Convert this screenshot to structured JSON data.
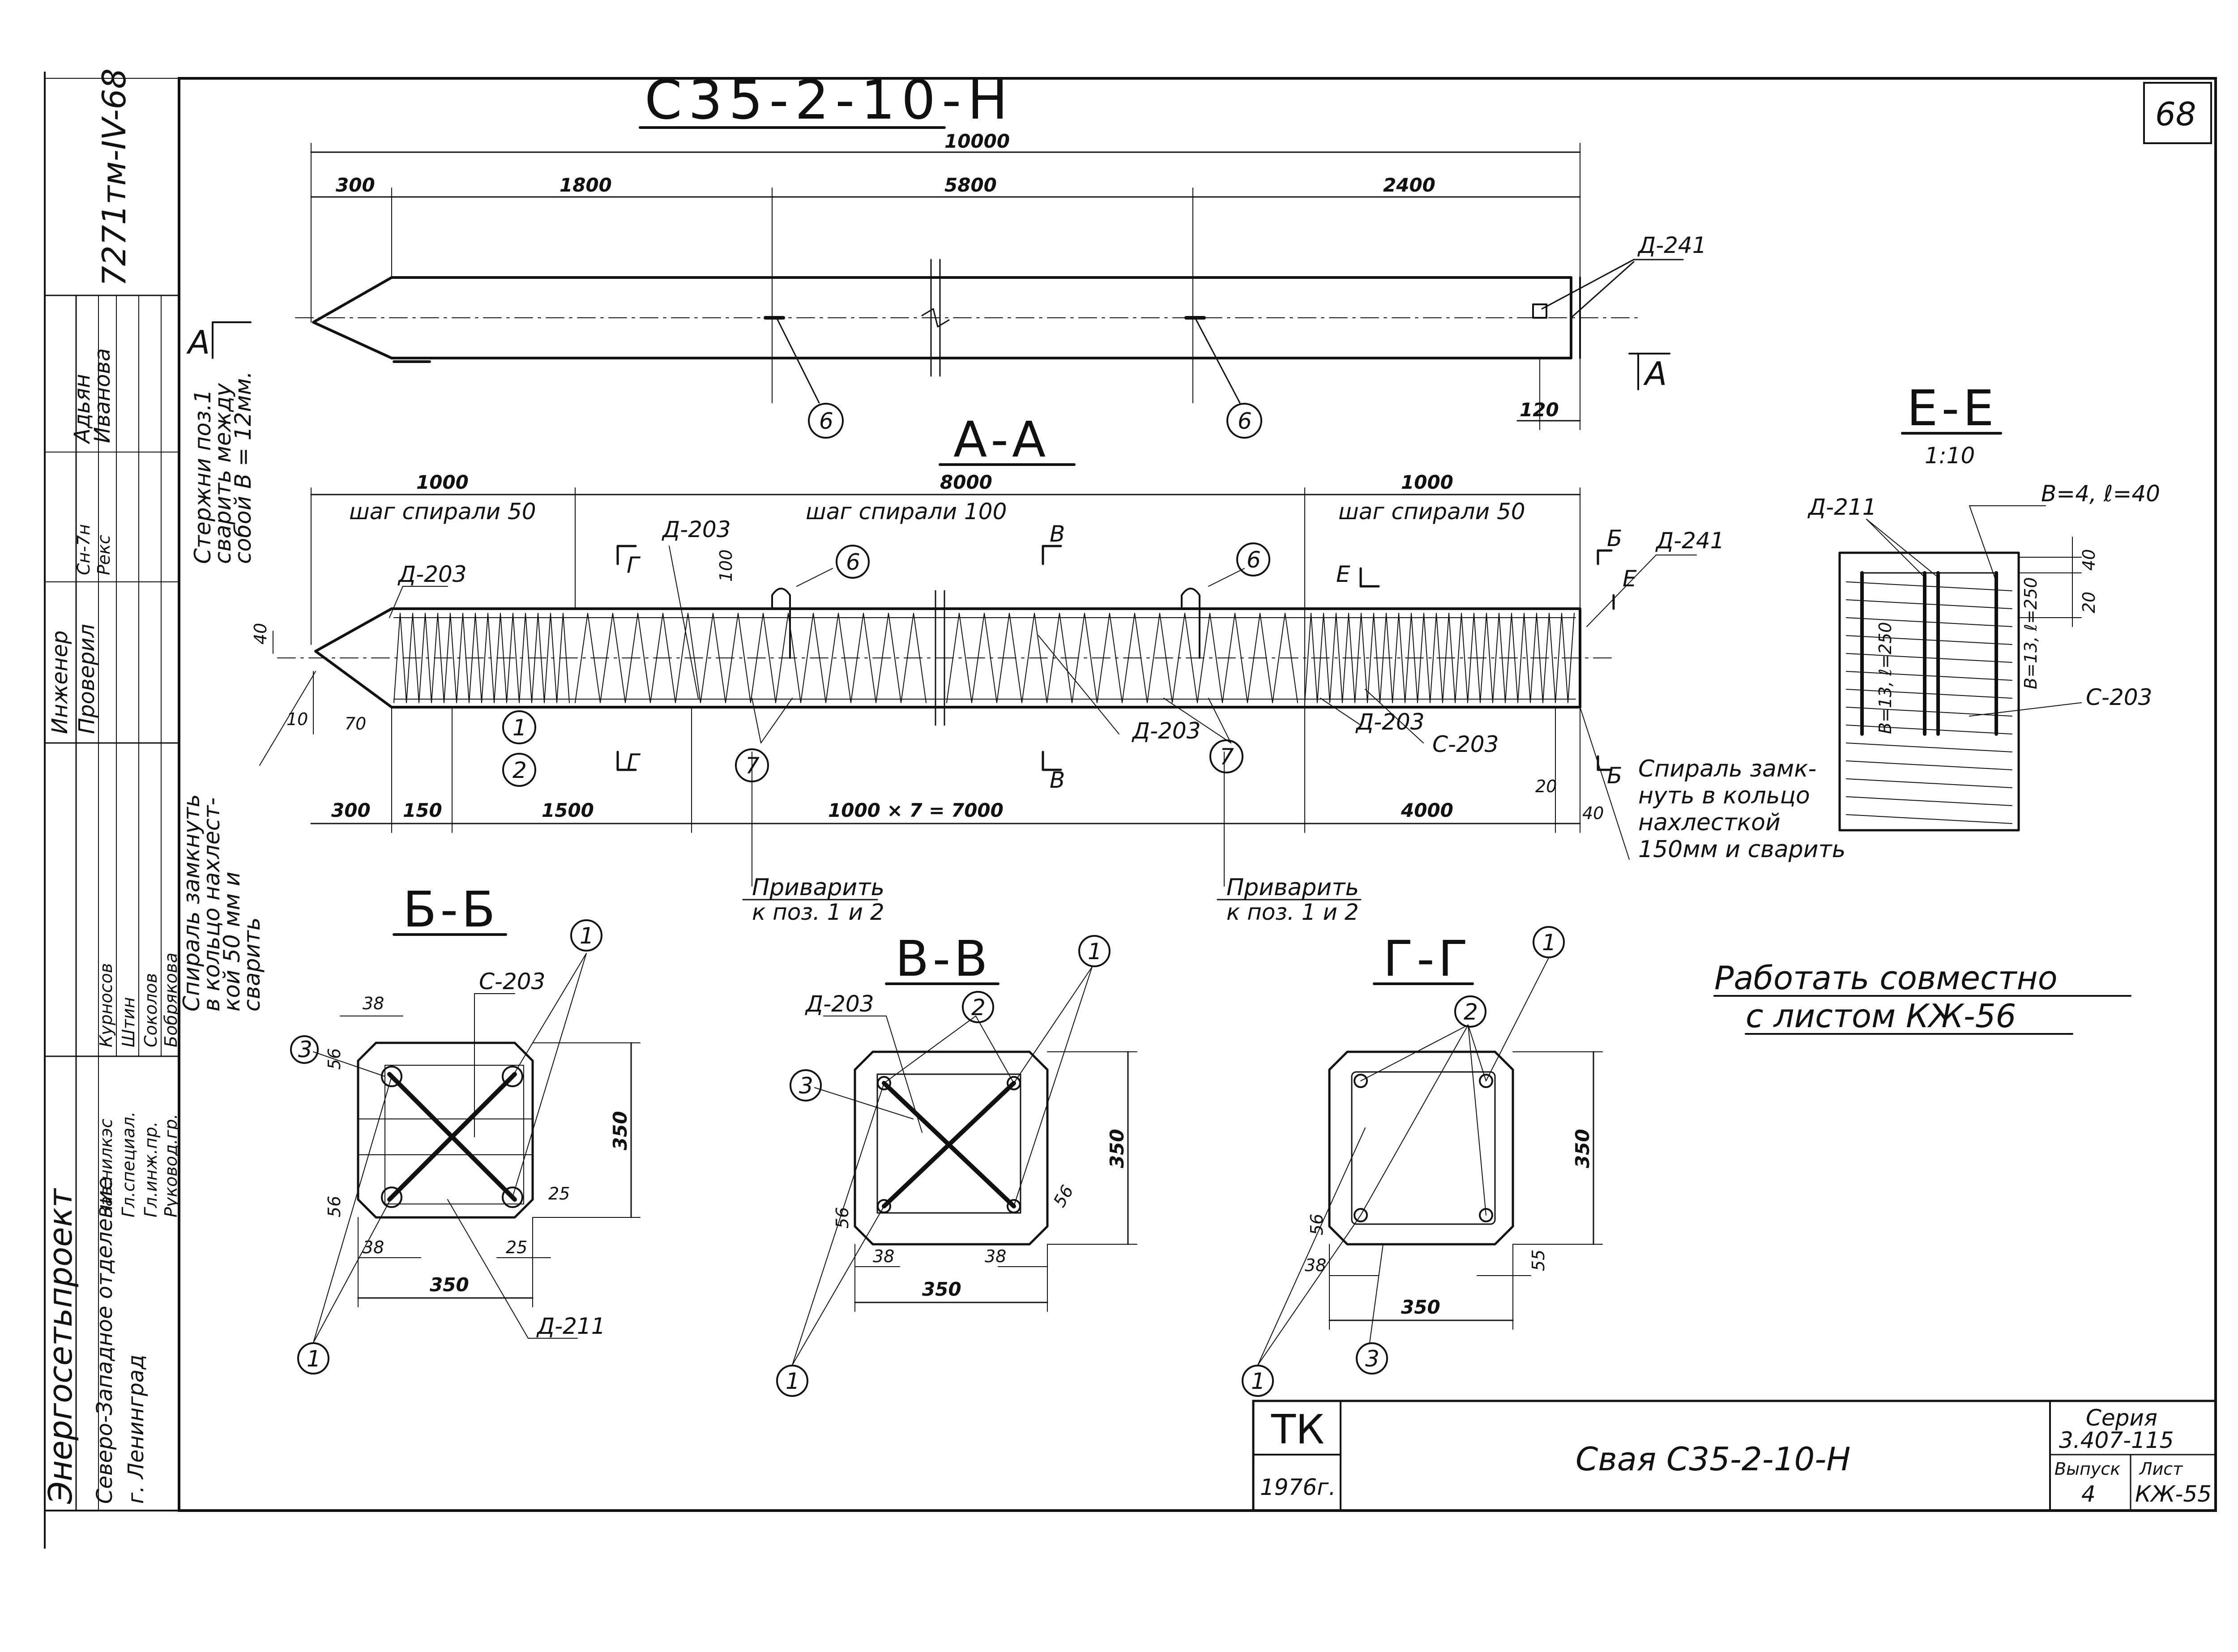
{
  "drawing": {
    "mark_title": "С35-2-10-Н",
    "sheet_corner_number": "68",
    "work_together_note": [
      "Работать совместно",
      "с листом КЖ-56"
    ]
  },
  "elevation": {
    "overall_length": "10000",
    "segments": [
      "300",
      "1800",
      "5800",
      "2400"
    ],
    "loop_label": "Д-241",
    "end_dim": "120",
    "section_marker": "А",
    "position_marks": [
      "6",
      "6"
    ]
  },
  "section_aa": {
    "title": "А-А",
    "top_dims": [
      "1000",
      "8000",
      "1000"
    ],
    "spiral_pitch": [
      "шаг спирали 50",
      "шаг спирали 100",
      "шаг спирали 50"
    ],
    "labels": {
      "d203_left": "Д-203",
      "d203_mid": "Д-203",
      "d241_right": "Д-241",
      "dim_100": "100",
      "dim_40": "40",
      "dim_10": "10",
      "dim_70": "70",
      "d203_bot1": "Д-203",
      "d203_bot2": "Д-203",
      "c203_bot": "С-203",
      "dim_20": "20",
      "dim_40b": "40"
    },
    "cut_markers": [
      "Г",
      "В",
      "Б",
      "Е"
    ],
    "bottom_dims": [
      "300",
      "150",
      "1500",
      "1000 × 7 = 7000",
      "4000"
    ],
    "position_marks": [
      "1",
      "2",
      "6",
      "6",
      "7",
      "7"
    ],
    "weld_notes": [
      "Приварить",
      "к поз. 1 и 2",
      "Приварить",
      "к поз. 1 и 2"
    ],
    "spiral_note_right": [
      "Спираль замк-",
      "нуть в кольцо",
      "нахлесткой",
      "150мм и сварить"
    ],
    "side_note_top": [
      "Стержни поз.1",
      "сварить между",
      "собой  В = 12мм."
    ],
    "side_note_bottom": [
      "Спираль замкнуть",
      "в кольцо нахлест-",
      "кой 50 мм и",
      "сварить"
    ]
  },
  "section_ee": {
    "title": "Е-Е",
    "scale": "1:10",
    "labels": {
      "d211": "Д-211",
      "weld_spec": "В=4, ℓ=40",
      "c203": "С-203",
      "dim_40": "40",
      "dim_20": "20",
      "inner_left": "В=13, ℓ=250",
      "inner_right": "В=13, ℓ=250"
    }
  },
  "section_bb": {
    "title": "Б-Б",
    "labels": {
      "d38": "38",
      "d56_top": "56",
      "c203": "С-203",
      "d56_bot": "56",
      "d38_bot": "38",
      "d25_right": "25",
      "d25_bot": "25",
      "d350_w": "350",
      "d350_h": "350",
      "d211": "Д-211"
    },
    "position_marks": [
      "3",
      "1",
      "1"
    ]
  },
  "section_vv": {
    "title": "В-В",
    "labels": {
      "d203": "Д-203",
      "d56": "56",
      "d38_l": "38",
      "d38_r": "38",
      "d56_r": "56",
      "d350_w": "350",
      "d350_h": "350"
    },
    "position_marks": [
      "2",
      "1",
      "3",
      "1"
    ]
  },
  "section_gg": {
    "title": "Г-Г",
    "labels": {
      "d56": "56",
      "d38": "38",
      "d55": "55",
      "d350_w": "350",
      "d350_h": "350"
    },
    "position_marks": [
      "1",
      "2",
      "1",
      "3"
    ]
  },
  "side_stamp": {
    "doc_number": "7271тм-IV-68",
    "names_top": [
      "Адьян",
      "Иванова"
    ],
    "roles_mid": [
      "Инженер",
      "Проверил"
    ],
    "sign_mid": [
      "Сн-7н",
      "Рекс"
    ],
    "names_low": [
      "Курносов",
      "Штин",
      "Соколов",
      "Бобрякова"
    ],
    "roles_low": [
      "Зав.нилкэс",
      "Гл.специал.",
      "Гл.инж.пр.",
      "Руковод.гр."
    ],
    "org": [
      "Энергосетьпроект",
      "Северо-Западное отделение",
      "г. Ленинград"
    ]
  },
  "title_block": {
    "tk": "ТК",
    "year": "1976г.",
    "name": "Свая С35-2-10-Н",
    "series_label": "Серия",
    "series": "3.407-115",
    "issue_label": "Выпуск",
    "issue": "4",
    "sheet_label": "Лист",
    "sheet": "КЖ-55"
  }
}
